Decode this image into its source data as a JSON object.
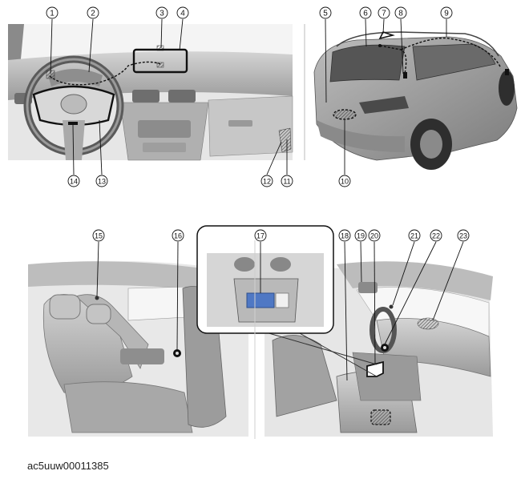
{
  "callouts": [
    "1",
    "2",
    "3",
    "4",
    "5",
    "6",
    "7",
    "8",
    "9",
    "10",
    "11",
    "12",
    "13",
    "14",
    "15",
    "16",
    "17",
    "18",
    "19",
    "20",
    "21",
    "22",
    "23"
  ],
  "image_code": "ac5uuw00011385"
}
